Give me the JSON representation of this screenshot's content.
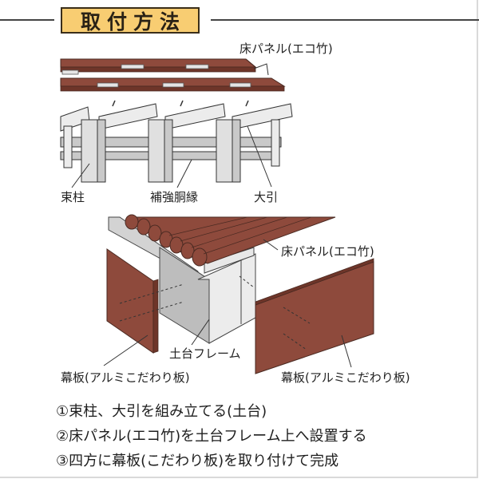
{
  "header": {
    "title": "取付方法",
    "accent_color": "#f8cd72"
  },
  "top_diagram": {
    "labels": {
      "floor_panel": "床パネル(エコ竹)",
      "post": "束柱",
      "reinforcement": "補強胴縁",
      "beam": "大引"
    }
  },
  "bottom_diagram": {
    "labels": {
      "floor_panel": "床パネル(エコ竹)",
      "base_frame": "土台フレーム",
      "skirt_board_left": "幕板(アルミこだわり板)",
      "skirt_board_right": "幕板(アルミこだわり板)"
    }
  },
  "colors": {
    "wood": "#8e4a3c",
    "wood_dark": "#6e3529",
    "frame_gray": "#d3d3d3",
    "frame_light": "#ececec"
  },
  "steps": [
    "①束柱、大引を組み立てる(土台)",
    "②床パネル(エコ竹)を土台フレーム上へ設置する",
    "③四方に幕板(こだわり板)を取り付けて完成"
  ]
}
